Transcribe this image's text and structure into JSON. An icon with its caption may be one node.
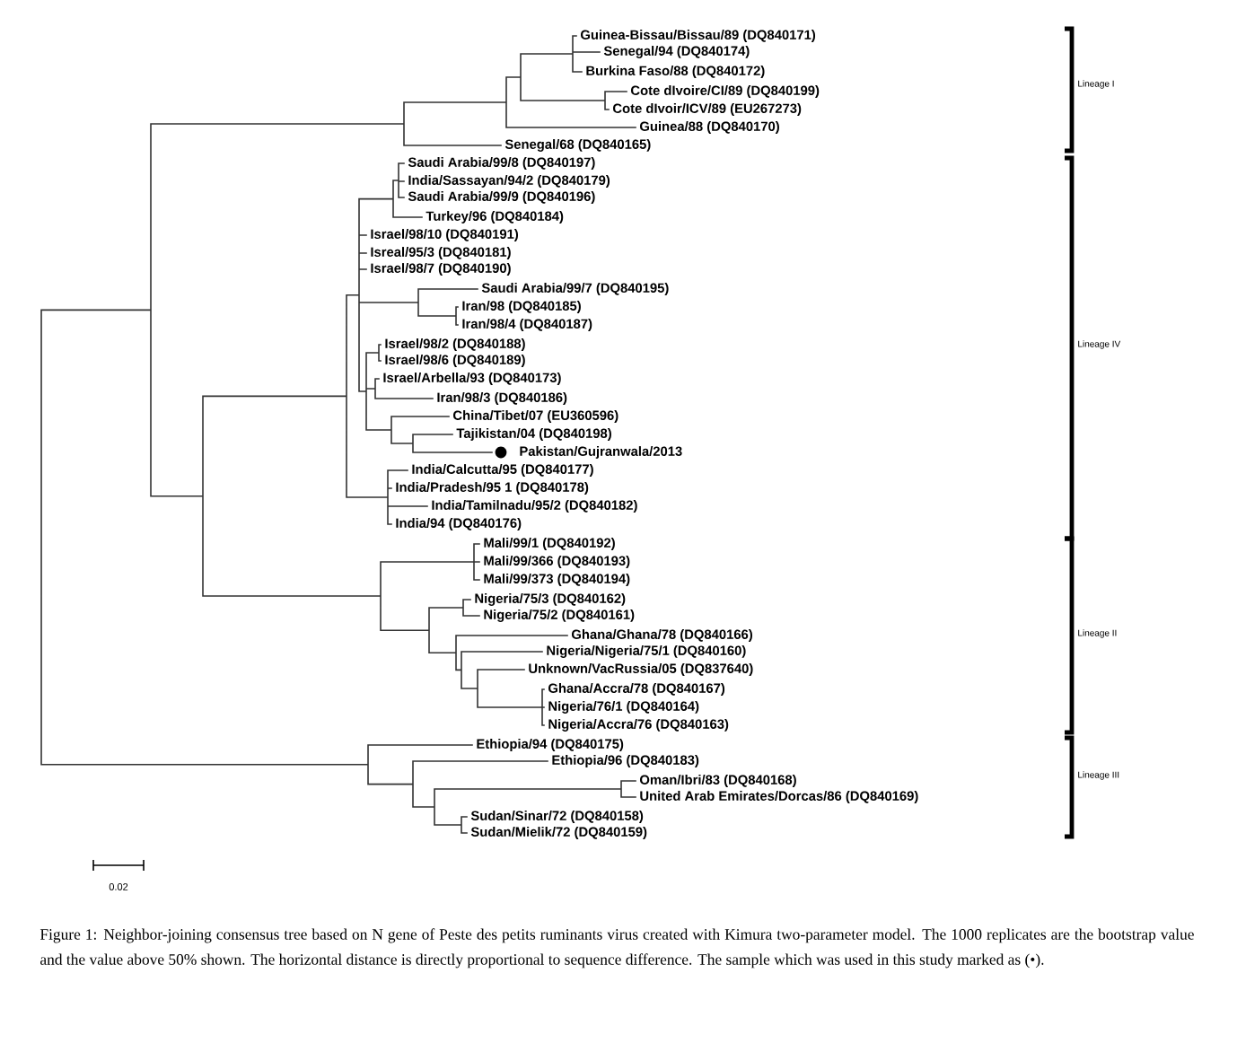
{
  "diagram": {
    "caption": "Figure 1: Neighbor-joining consensus tree based on N gene of Peste des petits ruminants virus created with Kimura two-parameter model. The 1000 replicates are the bootstrap value and the value above 50% shown. The horizontal distance is directly proportional to sequence difference. The sample which was used in this study marked as (•).",
    "labels": [
      "Guinea-Bissau/Bissau/89 (DQ840171)",
      "Senegal/94 (DQ840174)",
      "Burkina Faso/88 (DQ840172)",
      "Cote dIvoire/CI/89 (DQ840199)",
      "Cote dIvoir/ICV/89 (EU267273)",
      "Guinea/88 (DQ840170)",
      "Senegal/68 (DQ840165)",
      "Saudi Arabia/99/8 (DQ840197)",
      "India/Sassayan/94/2 (DQ840179)",
      "Saudi Arabia/99/9 (DQ840196)",
      "Turkey/96 (DQ840184)",
      "Israel/98/10 (DQ840191)",
      "Isreal/95/3 (DQ840181)",
      "Israel/98/7 (DQ840190)",
      "Saudi Arabia/99/7 (DQ840195)",
      "Iran/98 (DQ840185)",
      "Iran/98/4 (DQ840187)",
      "Israel/98/2 (DQ840188)",
      "Israel/98/6 (DQ840189)",
      "Israel/Arbella/93 (DQ840173)",
      "Iran/98/3 (DQ840186)",
      "China/Tibet/07 (EU360596)",
      "Tajikistan/04 (DQ840198)",
      "Pakistan/Gujranwala/2013",
      "India/Calcutta/95 (DQ840177)",
      "India/Pradesh/95 1 (DQ840178)",
      "India/Tamilnadu/95/2 (DQ840182)",
      "India/94 (DQ840176)",
      "Mali/99/1 (DQ840192)",
      "Mali/99/366 (DQ840193)",
      "Mali/99/373 (DQ840194)",
      "Nigeria/75/3 (DQ840162)",
      "Nigeria/75/2 (DQ840161)",
      "Ghana/Ghana/78 (DQ840166)",
      "Nigeria/Nigeria/75/1 (DQ840160)",
      "Unknown/VacRussia/05 (DQ837640)",
      "Ghana/Accra/78 (DQ840167)",
      "Nigeria/76/1 (DQ840164)",
      "Nigeria/Accra/76 (DQ840163)",
      "Ethiopia/94 (DQ840175)",
      "Ethiopia/96 (DQ840183)",
      "Oman/Ibri/83 (DQ840168)",
      "United Arab Emirates/Dorcas/86 (DQ840169)",
      "Sudan/Sinar/72 (DQ840158)",
      "Sudan/Mielik/72 (DQ840159)",
      "Lineage I",
      "Lineage IV",
      "Lineage II",
      "Lineage III",
      "0.02"
    ]
  }
}
